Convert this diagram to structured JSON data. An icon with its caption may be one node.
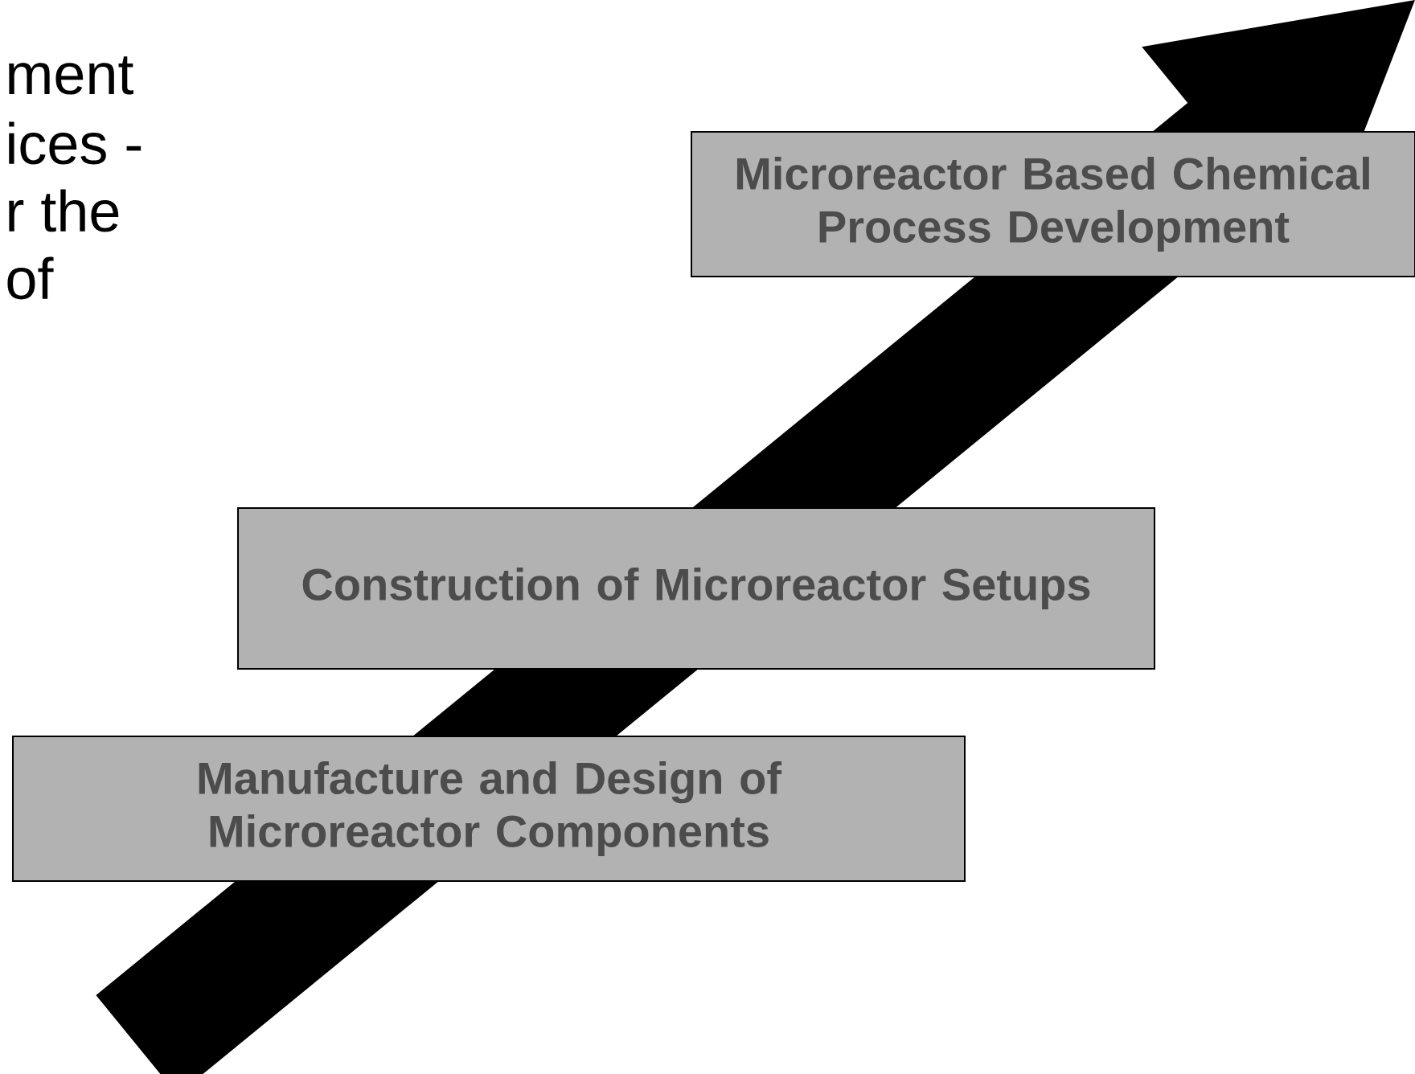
{
  "diagram": {
    "nodes": [
      {
        "text": [
          "Microreactor Based Chemical Process Development"
        ]
      },
      {
        "text": [
          "Construction of Microreactor Setups"
        ]
      },
      {
        "text": [
          "Manufacture and Design of Microreactor Components"
        ]
      }
    ],
    "labels": [
      "ment",
      "ices -",
      "r the",
      "of"
    ]
  }
}
